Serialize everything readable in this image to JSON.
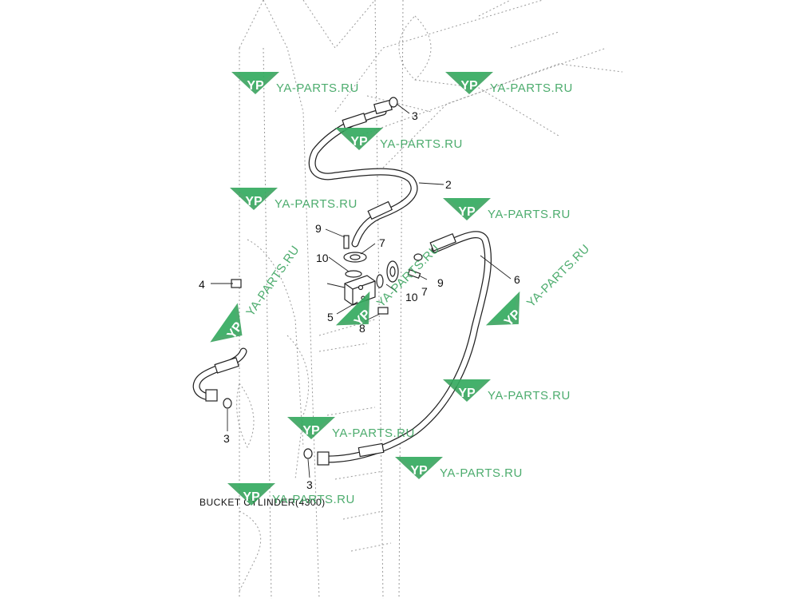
{
  "callouts": {
    "c2": "2",
    "c3a": "3",
    "c3b": "3",
    "c3c": "3",
    "c4": "4",
    "c5": "5",
    "c6": "6",
    "c7a": "7",
    "c7b": "7",
    "c8": "8",
    "c9a": "9",
    "c9b": "9",
    "c10a": "10",
    "c10b": "10"
  },
  "caption": "BUCKET CYLINDER(4300)",
  "watermark": {
    "text": "YA-PARTS.RU",
    "logo_letters": "YP",
    "color": "#2e9e55"
  }
}
